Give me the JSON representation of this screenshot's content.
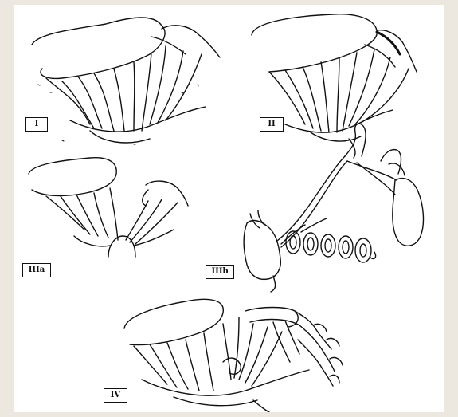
{
  "panels": [
    {
      "id": "I",
      "label": "I"
    },
    {
      "id": "II",
      "label": "II"
    },
    {
      "id": "IIIa",
      "label": "IIIa"
    },
    {
      "id": "IIIb",
      "label": "IIIb"
    },
    {
      "id": "IV",
      "label": "IV"
    }
  ],
  "colors": {
    "page_background": "#ece8df",
    "figure_background": "#ffffff",
    "line": "#111111"
  }
}
